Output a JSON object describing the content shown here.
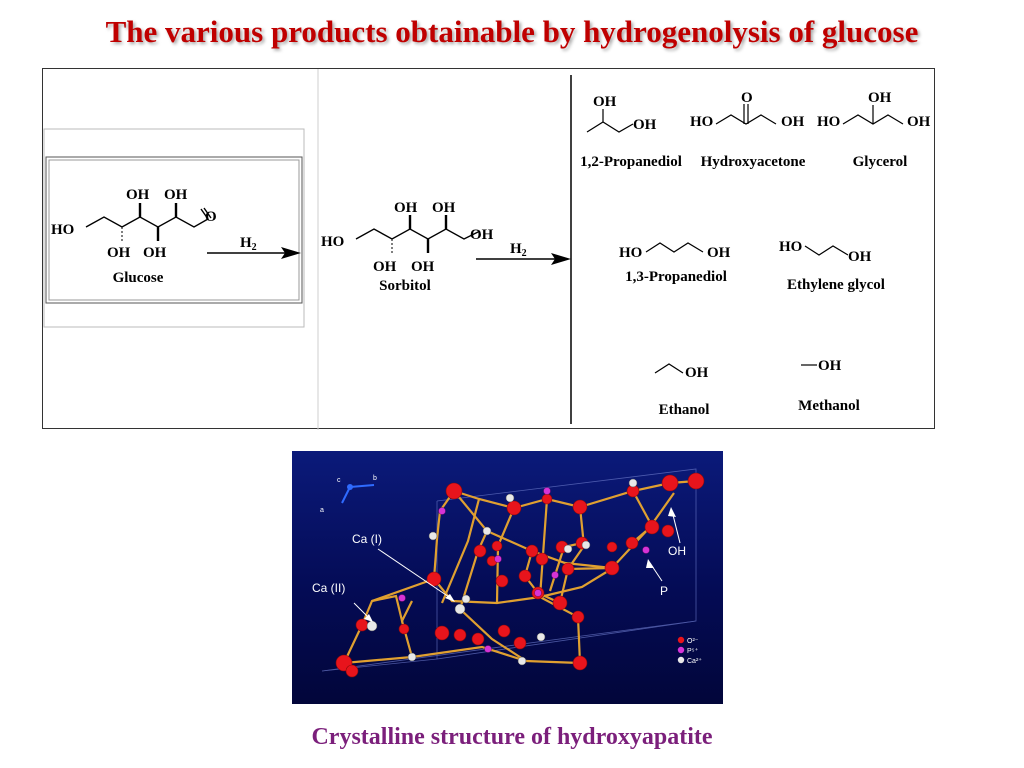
{
  "slide": {
    "title": "The various products  obtainable by hydrogenolysis of glucose",
    "caption": "Crystalline structure of hydroxyapatite"
  },
  "scheme": {
    "glucose": {
      "name": "Glucose",
      "groups": {
        "ho": "HO",
        "oh_top1": "OH",
        "oh_top2": "OH",
        "oh_bot1": "OH",
        "oh_bot2": "OH",
        "carbonyl_o": "O"
      }
    },
    "reagent1": "H",
    "reagent1_sub": "2",
    "sorbitol": {
      "name": "Sorbitol",
      "groups": {
        "ho": "HO",
        "oh_top1": "OH",
        "oh_top2": "OH",
        "oh_end": "OH",
        "oh_bot1": "OH",
        "oh_bot2": "OH"
      }
    },
    "reagent2": "H",
    "reagent2_sub": "2",
    "products": [
      {
        "name": "1,2-Propanediol",
        "groups": [
          "OH",
          "OH"
        ]
      },
      {
        "name": "Hydroxyacetone",
        "groups": [
          "HO",
          "O",
          "OH"
        ]
      },
      {
        "name": "Glycerol",
        "groups": [
          "HO",
          "OH",
          "OH"
        ]
      },
      {
        "name": "1,3-Propanediol",
        "groups": [
          "HO",
          "OH"
        ]
      },
      {
        "name": "Ethylene glycol",
        "groups": [
          "HO",
          "OH"
        ]
      },
      {
        "name": "Ethanol",
        "groups": [
          "OH"
        ]
      },
      {
        "name": "Methanol",
        "groups": [
          "OH"
        ]
      }
    ]
  },
  "crystal": {
    "labels": {
      "ca1": "Ca (I)",
      "ca2": "Ca (II)",
      "oh": "OH",
      "p": "P"
    },
    "axes": {
      "c": "c",
      "b": "b",
      "a": "a"
    },
    "legend": [
      {
        "label": "O²⁻",
        "color": "#e8141c"
      },
      {
        "label": "P⁵⁺",
        "color": "#d633d6"
      },
      {
        "label": "Ca²⁺",
        "color": "#e8e8e8"
      }
    ],
    "colors": {
      "bond": "#e0a030",
      "background": "#040b55"
    }
  }
}
